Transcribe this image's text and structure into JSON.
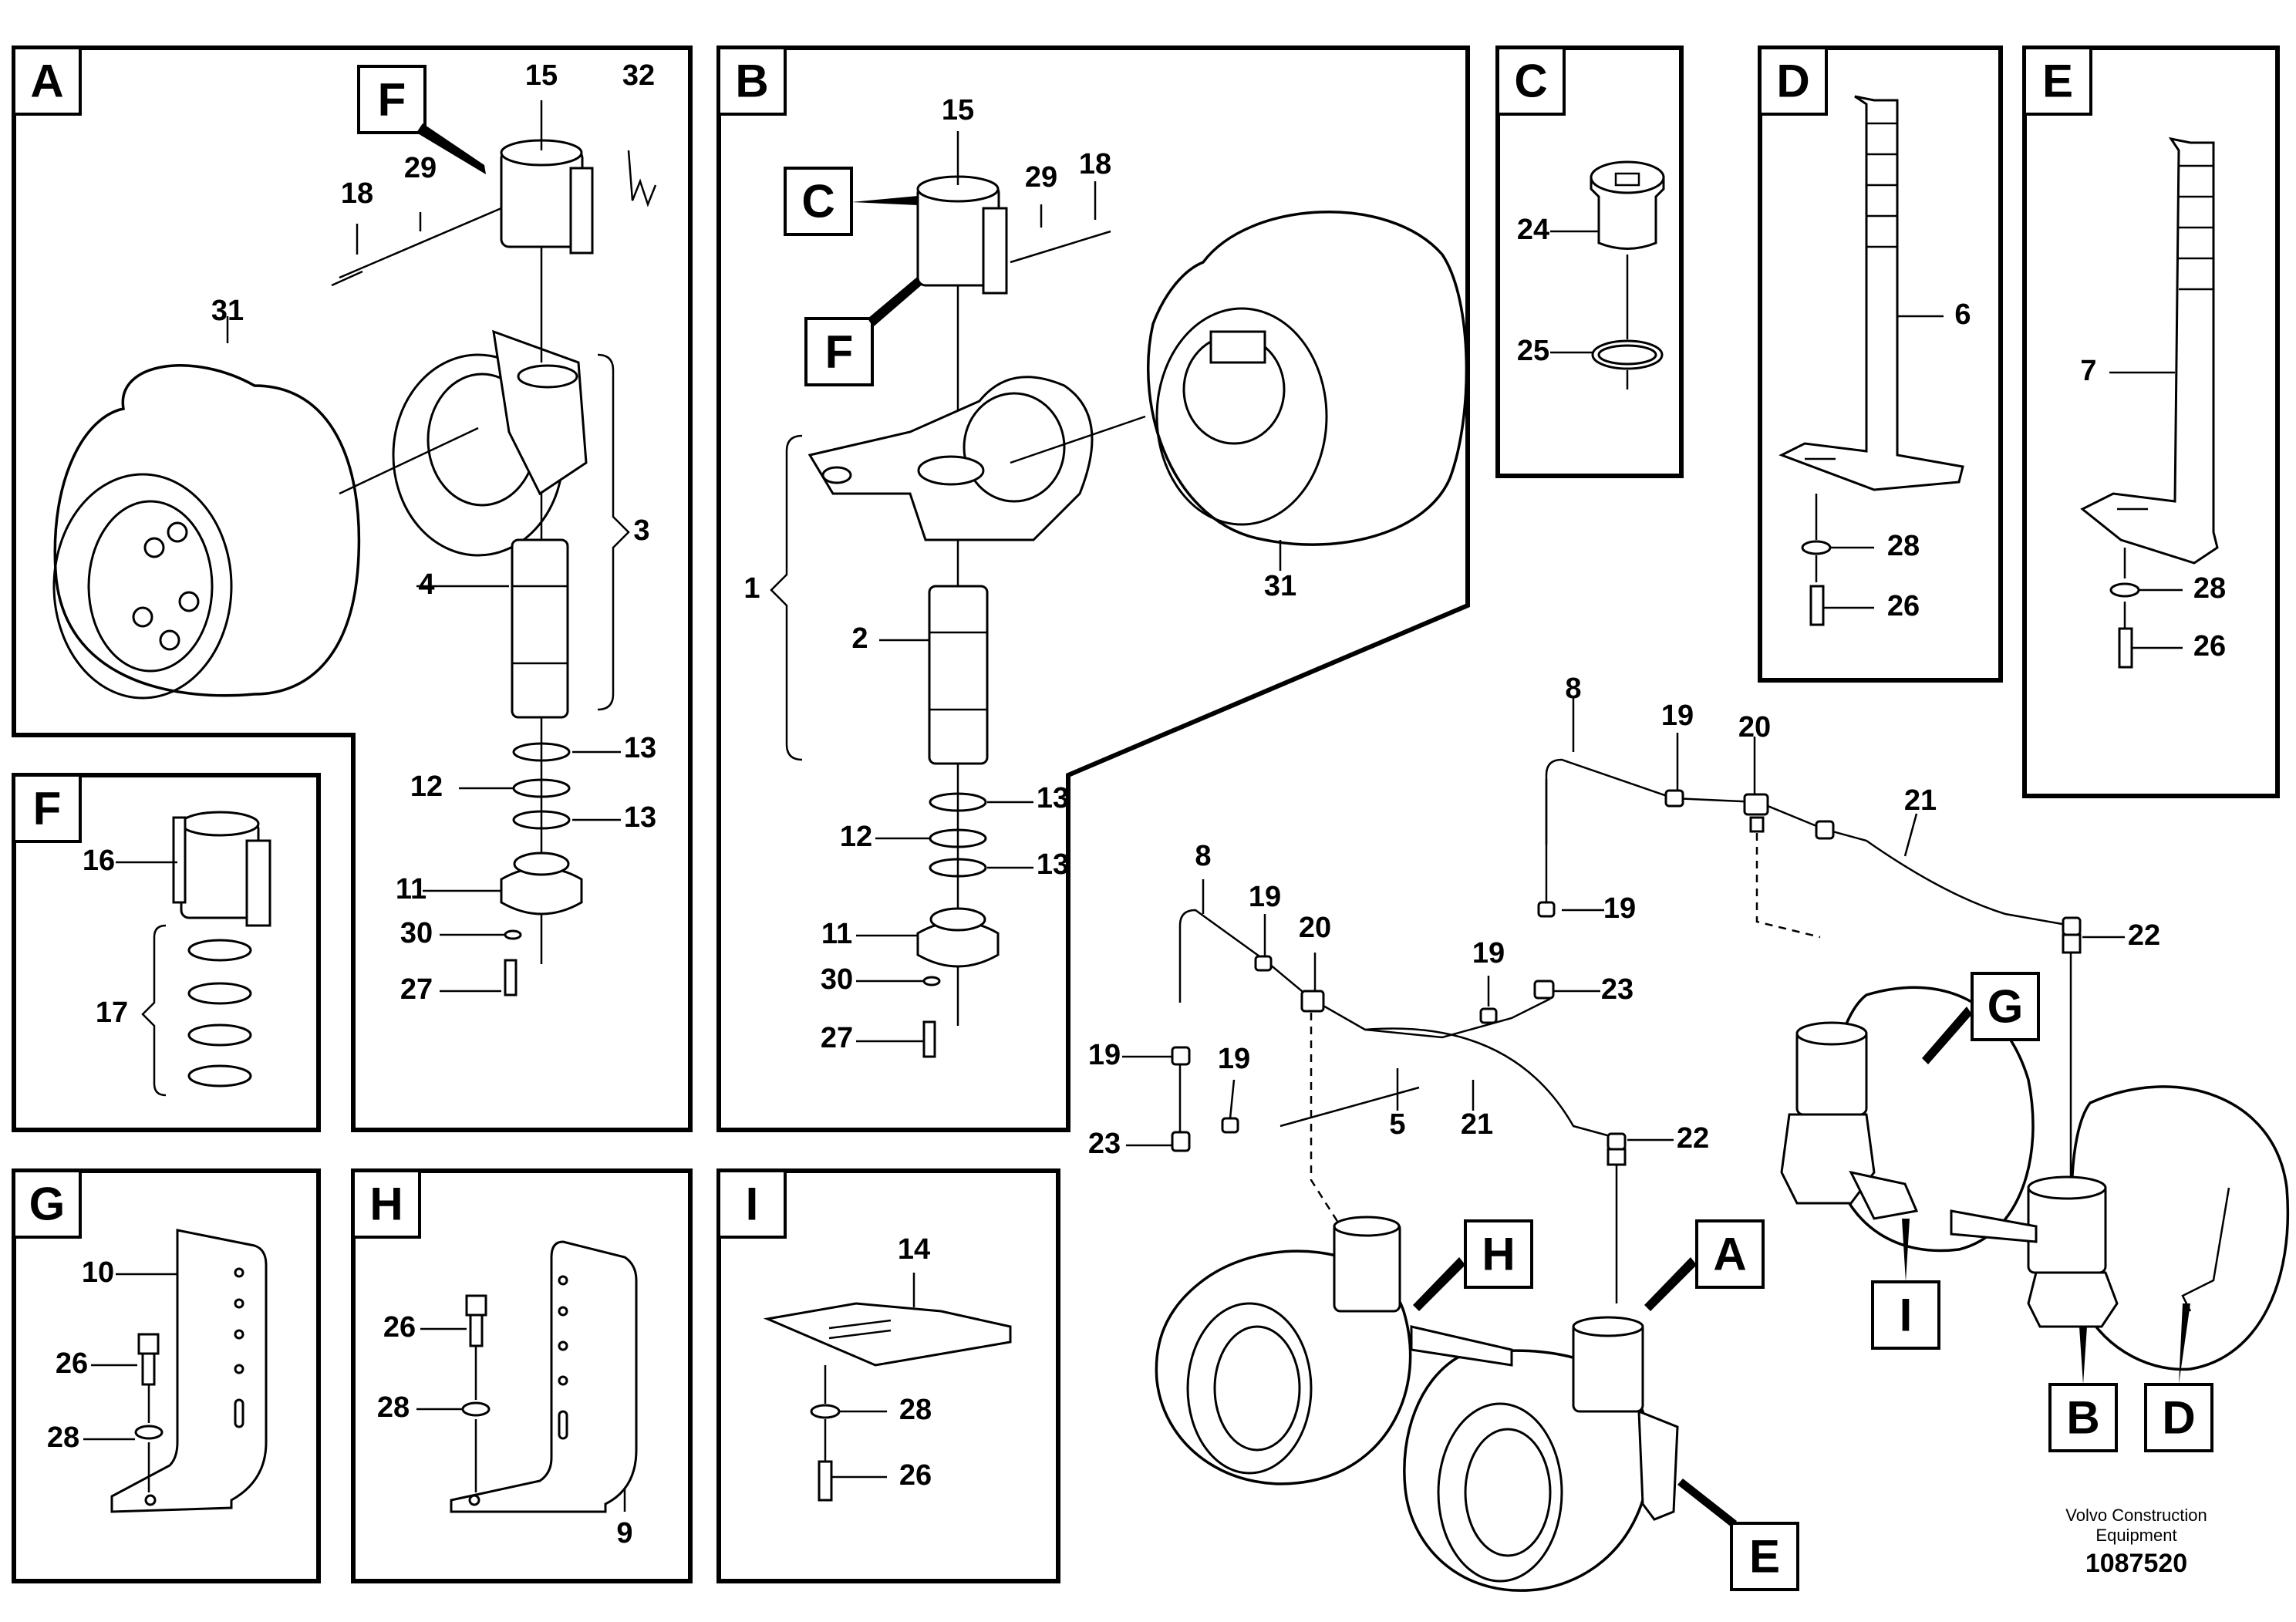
{
  "panels": {
    "A": "A",
    "B": "B",
    "C": "C",
    "D": "D",
    "E": "E",
    "F": "F",
    "G": "G",
    "H": "H",
    "I": "I"
  },
  "callout_letters": {
    "F": "F",
    "C": "C",
    "G": "G",
    "H": "H",
    "A": "A",
    "I": "I",
    "B": "B",
    "D": "D",
    "E": "E"
  },
  "part_numbers": {
    "p1": "1",
    "p2": "2",
    "p3": "3",
    "p4": "4",
    "p5": "5",
    "p6": "6",
    "p7": "7",
    "p8": "8",
    "p9": "9",
    "p10": "10",
    "p11": "11",
    "p12": "12",
    "p13": "13",
    "p14": "14",
    "p15": "15",
    "p16": "16",
    "p17": "17",
    "p18": "18",
    "p19": "19",
    "p20": "20",
    "p21": "21",
    "p22": "22",
    "p23": "23",
    "p24": "24",
    "p25": "25",
    "p26": "26",
    "p27": "27",
    "p28": "28",
    "p29": "29",
    "p30": "30",
    "p31": "31",
    "p32": "32"
  },
  "footer": {
    "company_line1": "Volvo Construction",
    "company_line2": "Equipment",
    "drawing_number": "1087520"
  }
}
